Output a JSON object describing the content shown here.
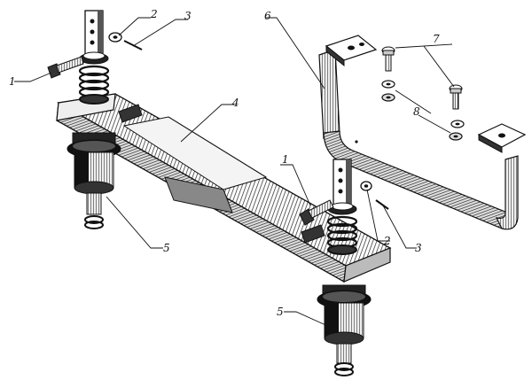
{
  "diagram": {
    "labels": [
      {
        "id": "l1a",
        "text": "1"
      },
      {
        "id": "l1b",
        "text": "1"
      },
      {
        "id": "l2a",
        "text": "2"
      },
      {
        "id": "l2b",
        "text": "2"
      },
      {
        "id": "l3a",
        "text": "3"
      },
      {
        "id": "l3b",
        "text": "3"
      },
      {
        "id": "l4",
        "text": "4"
      },
      {
        "id": "l5a",
        "text": "5"
      },
      {
        "id": "l5b",
        "text": "5"
      },
      {
        "id": "l6",
        "text": "6"
      },
      {
        "id": "l7",
        "text": "7"
      },
      {
        "id": "l8",
        "text": "8"
      }
    ],
    "colors": {
      "ink": "#111111",
      "paper": "#ffffff",
      "shade": "#3a3a3a"
    }
  }
}
